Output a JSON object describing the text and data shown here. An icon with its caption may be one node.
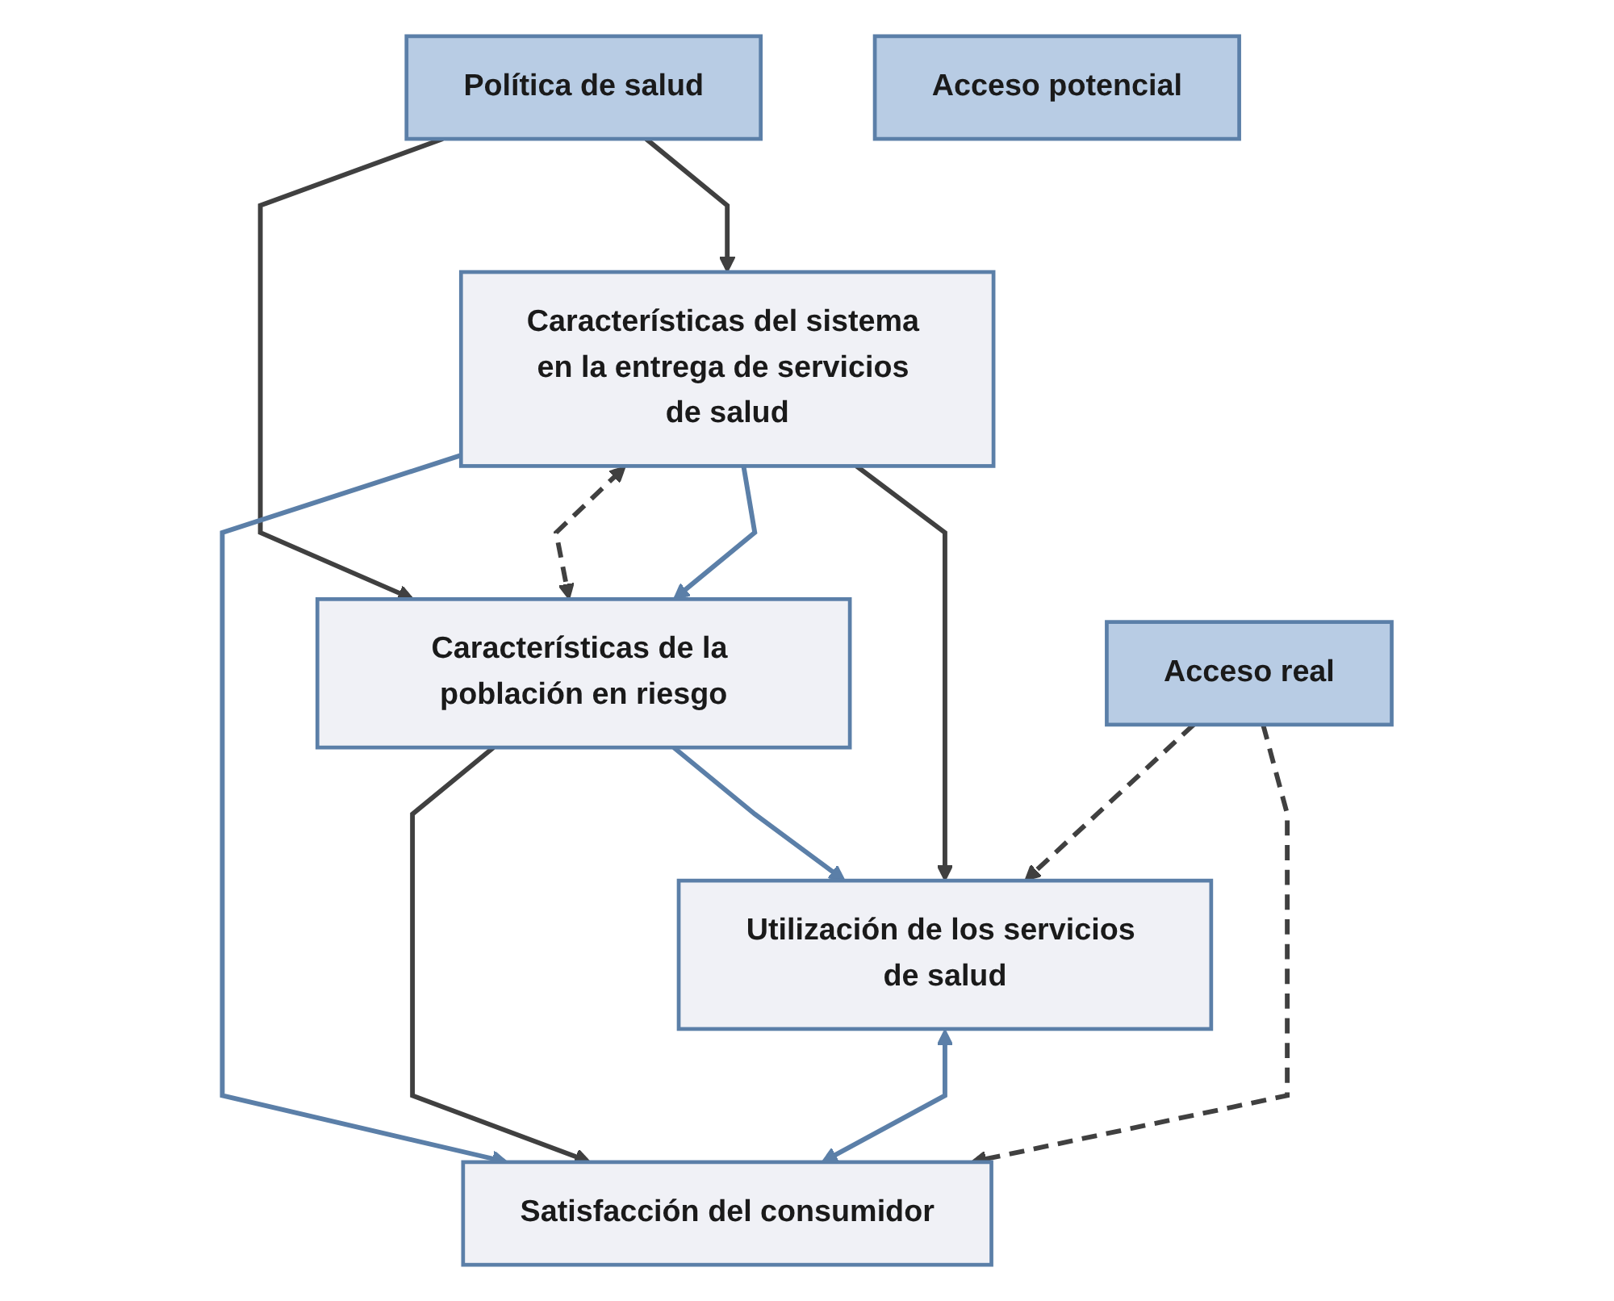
{
  "diagram": {
    "nodes": [
      {
        "text": [
          "Política de salud"
        ]
      },
      {
        "text": [
          "Acceso potencial"
        ]
      },
      {
        "text": [
          "Características del sistema en la entrega de servicios de salud"
        ]
      },
      {
        "text": [
          "Características de la población en riesgo"
        ]
      },
      {
        "text": [
          "Utilización de los servicios de salud"
        ]
      },
      {
        "text": [
          "Satisfacción del consumidor"
        ]
      },
      {
        "text": [
          "Acceso real"
        ]
      }
    ],
    "edges": [
      {
        "from": 0,
        "to": 2,
        "arrow": "to",
        "color": "#404040"
      },
      {
        "from": 0,
        "to": 3,
        "arrow": "to",
        "color": "#404040"
      },
      {
        "from": 2,
        "to": 3,
        "arrow": "both",
        "style": "dashed"
      },
      {
        "from": 2,
        "to": 3,
        "arrow": "to",
        "color": "#5b7fa8"
      },
      {
        "from": 2,
        "to": 5,
        "arrow": "to",
        "color": "#5b7fa8"
      },
      {
        "from": 3,
        "to": 4,
        "arrow": "to",
        "color": "#5b7fa8"
      },
      {
        "from": 2,
        "to": 4,
        "arrow": "to",
        "color": "#404040"
      },
      {
        "from": 3,
        "to": 5,
        "arrow": "to",
        "color": "#404040"
      },
      {
        "from": 4,
        "to": 5,
        "arrow": "both",
        "color": "#5b7fa8"
      },
      {
        "from": 6,
        "to": 4,
        "arrow": "to",
        "style": "dashed"
      },
      {
        "from": 6,
        "to": 5,
        "arrow": "to",
        "style": "dashed"
      }
    ]
  }
}
